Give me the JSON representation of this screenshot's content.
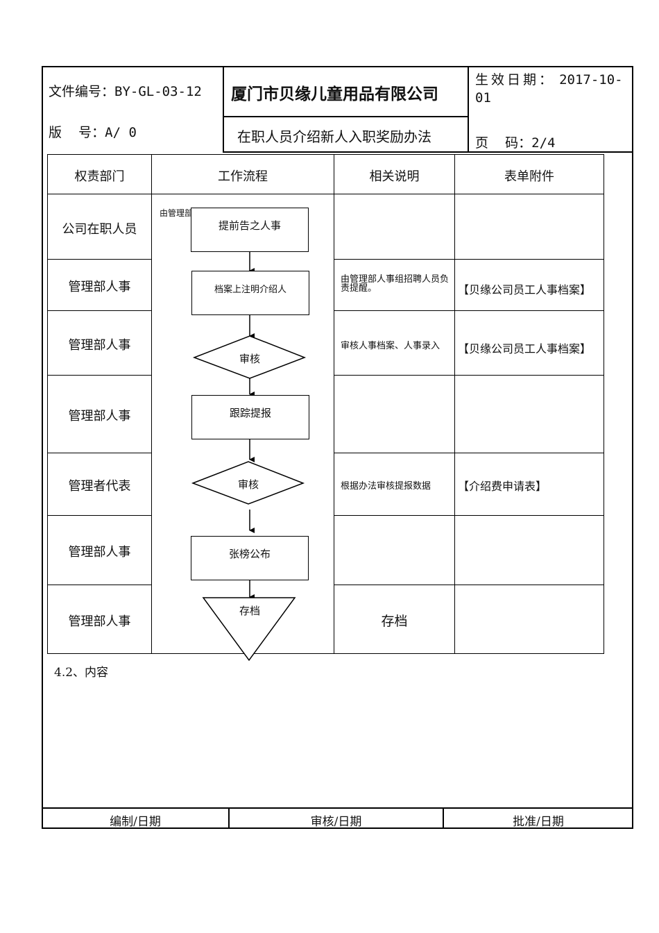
{
  "header": {
    "file_no_label": "文件编号：",
    "file_no": "BY-GL-03-12",
    "version_label": "版    号：",
    "version": "A/ 0",
    "company": "厦门市贝缘儿童用品有限公司",
    "doc_title": "在职人员介绍新人入职奖励办法",
    "effective_label": "生效日期：",
    "effective_date_line1": "2017-10-",
    "effective_date_line2": "01",
    "page_label": "页    码：",
    "page": "2/4"
  },
  "table": {
    "columns": [
      "权责部门",
      "工作流程",
      "相关说明",
      "表单附件"
    ],
    "rows": [
      {
        "dept": "公司在职人员",
        "note": "",
        "form": ""
      },
      {
        "dept": "管理部人事",
        "note": "由管理部人事组招聘人员负责提醒。",
        "form": "【贝缘公司员工人事档案】"
      },
      {
        "dept": "管理部人事",
        "note": "审核人事档案、人事录入",
        "form": "【贝缘公司员工人事档案】"
      },
      {
        "dept": "管理部人事",
        "note": "",
        "form": ""
      },
      {
        "dept": "管理者代表",
        "note": "根据办法审核提报数据",
        "form": "【介绍费申请表】"
      },
      {
        "dept": "管理部人事",
        "note": "",
        "form": ""
      },
      {
        "dept": "管理部人事",
        "note": "存档",
        "form": ""
      }
    ]
  },
  "flow": {
    "hidden_text": "由管理部",
    "step1": "提前告之人事",
    "step2": "档案上注明介绍人",
    "step3": "审核",
    "step4": "跟踪提报",
    "step5": "审核",
    "step6": "张榜公布",
    "step7": "存档"
  },
  "section": "4.2、内容",
  "footer": {
    "prepared": "编制/日期",
    "reviewed": "审核/日期",
    "approved": "批准/日期"
  }
}
